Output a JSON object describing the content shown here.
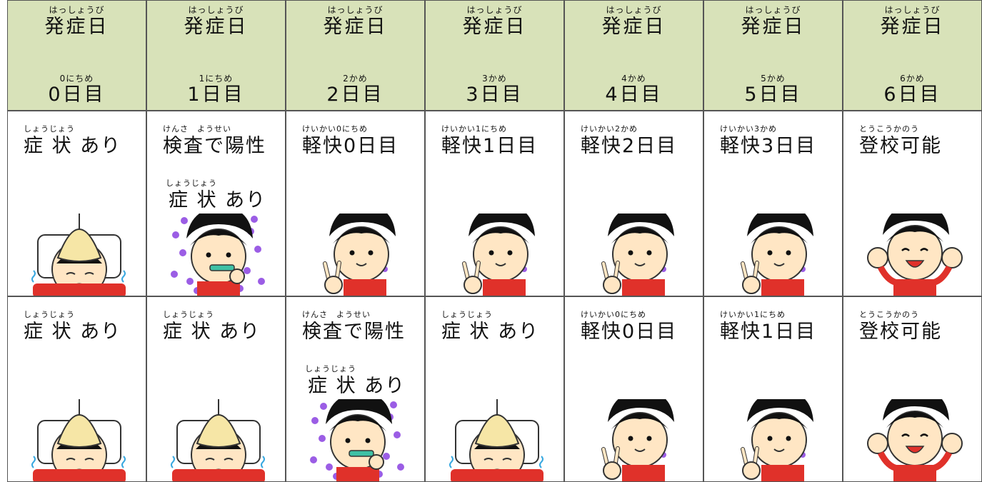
{
  "header": {
    "columns": [
      {
        "ruby_top": "はっしょうび",
        "title": "発症日",
        "ruby_day": "0にちめ",
        "day": "0日目"
      },
      {
        "ruby_top": "はっしょうび",
        "title": "発症日",
        "ruby_day": "1にちめ",
        "day": "1日目"
      },
      {
        "ruby_top": "はっしょうび",
        "title": "発症日",
        "ruby_day": "2かめ",
        "day": "2日目"
      },
      {
        "ruby_top": "はっしょうび",
        "title": "発症日",
        "ruby_day": "3かめ",
        "day": "3日目"
      },
      {
        "ruby_top": "はっしょうび",
        "title": "発症日",
        "ruby_day": "4かめ",
        "day": "4日目"
      },
      {
        "ruby_top": "はっしょうび",
        "title": "発症日",
        "ruby_day": "5かめ",
        "day": "5日目"
      },
      {
        "ruby_top": "はっしょうび",
        "title": "発症日",
        "ruby_day": "6かめ",
        "day": "6日目"
      }
    ]
  },
  "rows": [
    {
      "cells": [
        {
          "ruby1": "しょうじょう",
          "text1": "症 状 あり",
          "ruby2": "",
          "text2": "",
          "figure": "sick-child-icon"
        },
        {
          "ruby1": "けんさ　ようせい",
          "text1": "検査で陽性",
          "ruby2": "しょうじょう",
          "text2": "症 状 あり",
          "figure": "child-brushing-teeth-icon"
        },
        {
          "ruby1": "けいかい0にちめ",
          "text1": "軽快0日目",
          "ruby2": "",
          "text2": "",
          "figure": "child-peace-icon"
        },
        {
          "ruby1": "けいかい1にちめ",
          "text1": "軽快1日目",
          "ruby2": "",
          "text2": "",
          "figure": "child-peace-icon"
        },
        {
          "ruby1": "けいかい2かめ",
          "text1": "軽快2日目",
          "ruby2": "",
          "text2": "",
          "figure": "child-peace-icon"
        },
        {
          "ruby1": "けいかい3かめ",
          "text1": "軽快3日目",
          "ruby2": "",
          "text2": "",
          "figure": "child-peace-icon"
        },
        {
          "ruby1": "とうこうかのう",
          "text1": "登校可能",
          "ruby2": "",
          "text2": "",
          "figure": "child-cheering-icon"
        }
      ]
    },
    {
      "cells": [
        {
          "ruby1": "しょうじょう",
          "text1": "症 状 あり",
          "ruby2": "",
          "text2": "",
          "figure": "sick-child-icon"
        },
        {
          "ruby1": "しょうじょう",
          "text1": "症 状 あり",
          "ruby2": "",
          "text2": "",
          "figure": "sick-child-icon"
        },
        {
          "ruby1": "けんさ　ようせい",
          "text1": "検査で陽性",
          "ruby2": "しょうじょう",
          "text2": "症 状 あり",
          "figure": "child-brushing-teeth-icon"
        },
        {
          "ruby1": "しょうじょう",
          "text1": "症 状 あり",
          "ruby2": "",
          "text2": "",
          "figure": "sick-child-icon"
        },
        {
          "ruby1": "けいかい0にちめ",
          "text1": "軽快0日目",
          "ruby2": "",
          "text2": "",
          "figure": "child-peace-icon"
        },
        {
          "ruby1": "けいかい1にちめ",
          "text1": "軽快1日目",
          "ruby2": "",
          "text2": "",
          "figure": "child-peace-icon"
        },
        {
          "ruby1": "とうこうかのう",
          "text1": "登校可能",
          "ruby2": "",
          "text2": "",
          "figure": "child-cheering-icon"
        }
      ]
    }
  ]
}
